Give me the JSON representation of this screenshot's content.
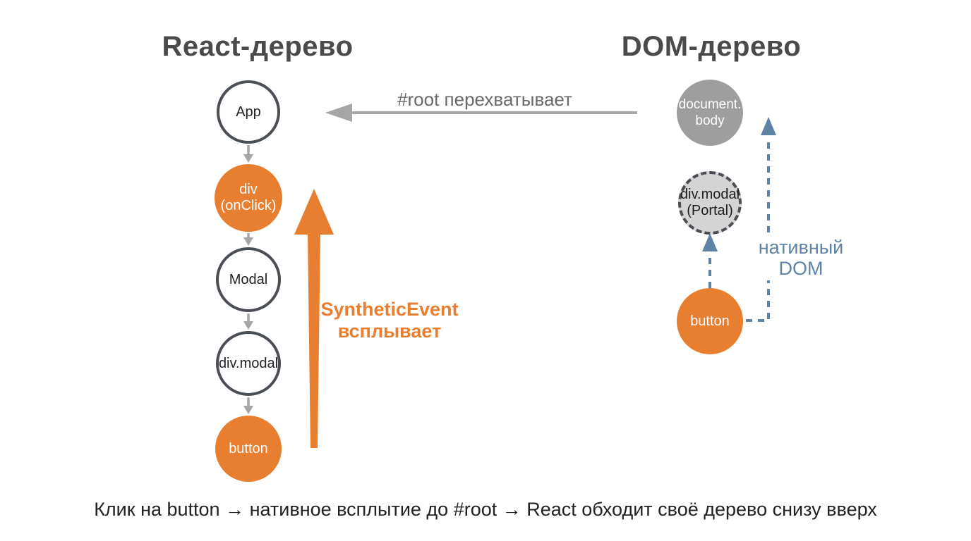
{
  "titles": {
    "react": "React-дерево",
    "dom": "DOM-дерево"
  },
  "react_tree": {
    "nodes": [
      {
        "label": "App",
        "style": "outline"
      },
      {
        "label": "div\n(onClick)",
        "style": "orange"
      },
      {
        "label": "Modal",
        "style": "outline"
      },
      {
        "label": "div.modal",
        "style": "outline"
      },
      {
        "label": "button",
        "style": "orange"
      }
    ]
  },
  "dom_tree": {
    "nodes": [
      {
        "label": "document.\nbody",
        "style": "gray"
      },
      {
        "label": "div.modal\n(Portal)",
        "style": "dashed-portal"
      },
      {
        "label": "button",
        "style": "orange"
      }
    ]
  },
  "annotations": {
    "root_intercept": "#root перехватывает",
    "synthetic_event": "SyntheticEvent\nвсплывает",
    "native_dom": "нативный\nDOM"
  },
  "caption": "Клик на button → нативное всплытие до #root → React обходит своё дерево снизу вверх",
  "colors": {
    "orange": "#E87E2F",
    "dark-border": "#4A4F55",
    "gray-arrow": "#A6A6A6",
    "gray-fill": "#9E9E9E",
    "portal-fill": "#D4D4D4",
    "steel-blue": "#5F83A4",
    "title": "#4A4A4A",
    "label-gray": "#696969",
    "caption": "#222222"
  }
}
